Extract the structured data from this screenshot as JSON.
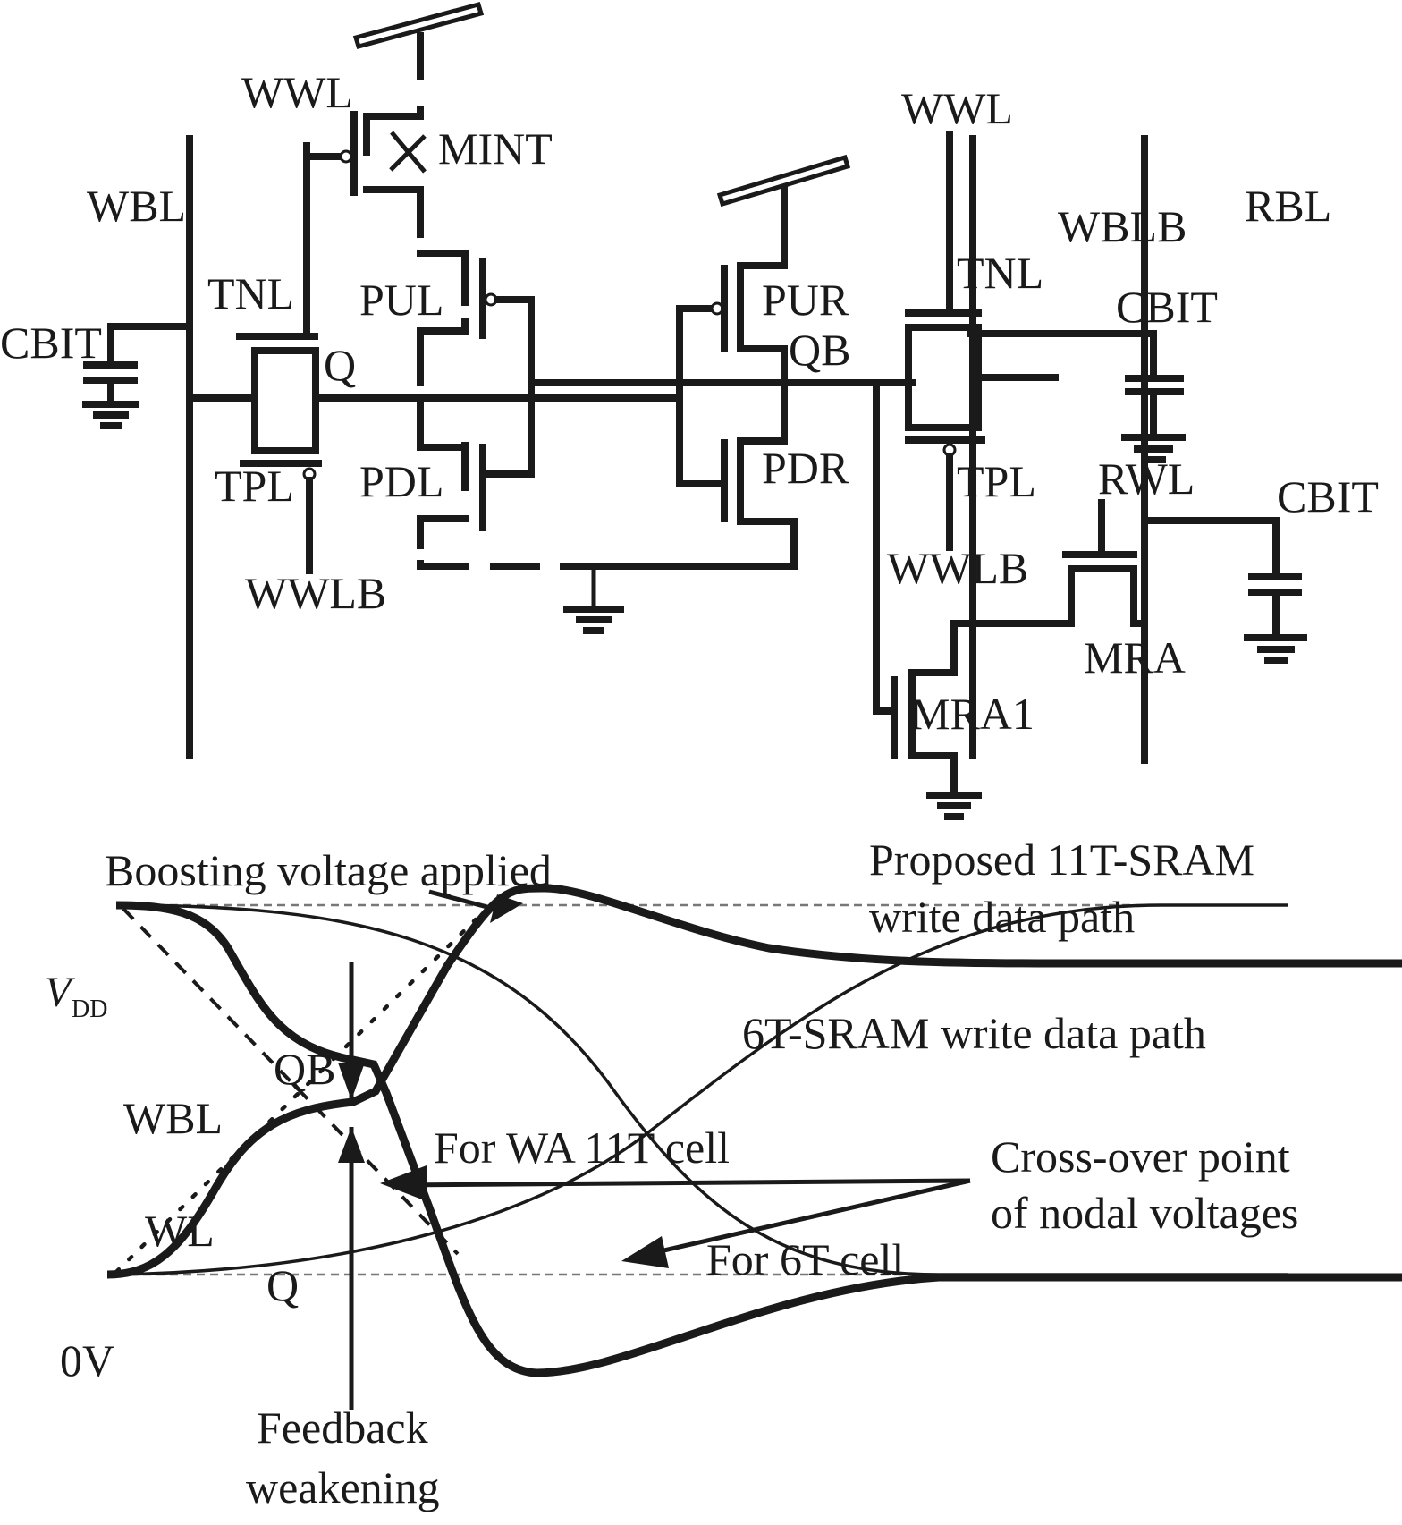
{
  "figure": {
    "circuit": {
      "labels": {
        "wwl_left": "WWL",
        "mint": "MINT",
        "wbl": "WBL",
        "tnl_left": "TNL",
        "pul": "PUL",
        "cbit_left": "CBIT",
        "q": "Q",
        "tpl_left": "TPL",
        "pdl": "PDL",
        "wwlb_left": "WWLB",
        "pur": "PUR",
        "qb": "QB",
        "pdr": "PDR",
        "wwl_right": "WWL",
        "tnl_right": "TNL",
        "tpl_right": "TPL",
        "wwlb_right": "WWLB",
        "wblb": "WBLB",
        "rbl": "RBL",
        "cbit_mid": "CBIT",
        "rwl": "RWL",
        "cbit_right": "CBIT",
        "mra": "MRA",
        "mra1": "MRA1"
      }
    },
    "waveform": {
      "axis": {
        "vdd_label": "V",
        "vdd_subscript": "DD",
        "zero_label": "0V"
      },
      "signals": {
        "qb": "QB",
        "wbl": "WBL",
        "wl": "WL",
        "q": "Q"
      },
      "annotations": {
        "boosting": "Boosting voltage applied",
        "proposed_line1": "Proposed 11T-SRAM",
        "proposed_line2": "write data path",
        "sram6t_path": "6T-SRAM write data path",
        "for_wa11t": "For WA 11T cell",
        "crossover_line1": "Cross-over point",
        "crossover_line2": "of nodal voltages",
        "for_6t": "For 6T cell",
        "feedback_line1": "Feedback",
        "feedback_line2": "weakening"
      }
    }
  }
}
